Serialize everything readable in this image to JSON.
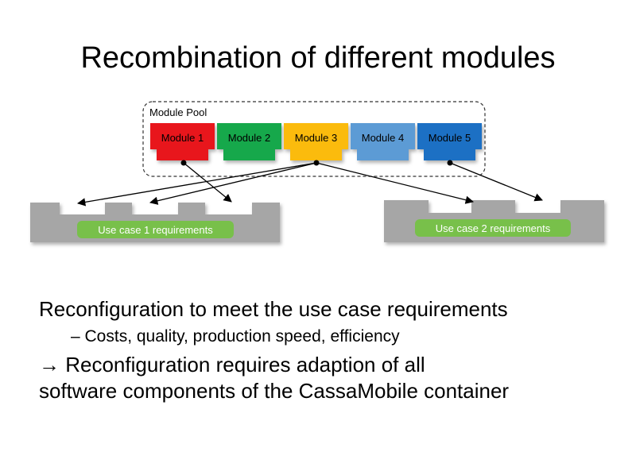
{
  "slide": {
    "title": "Recombination of different modules"
  },
  "diagram": {
    "pool_label": "Module Pool",
    "modules": [
      {
        "label": "Module 1",
        "color": "#e8141b"
      },
      {
        "label": "Module 2",
        "color": "#14a84b"
      },
      {
        "label": "Module 3",
        "color": "#fbbb10"
      },
      {
        "label": "Module 4",
        "color": "#5b9bd5"
      },
      {
        "label": "Module 5",
        "color": "#1f6fc4"
      }
    ],
    "use_cases": [
      {
        "label": "Use case 1 requirements"
      },
      {
        "label": "Use case 2 requirements"
      }
    ],
    "colors": {
      "base": "#a6a6a6",
      "requirement_pill": "#78c04a",
      "requirement_text": "#ffffff",
      "arrow": "#000000",
      "pool_border": "#333333"
    }
  },
  "bullets": {
    "main": "Reconfiguration to meet the use case requirements",
    "sub": "– Costs, quality, production speed, efficiency",
    "arrow_glyph": "→",
    "conclusion_line1": "Reconfiguration requires adaption of all",
    "conclusion_line2": "software components of the CassaMobile container"
  }
}
